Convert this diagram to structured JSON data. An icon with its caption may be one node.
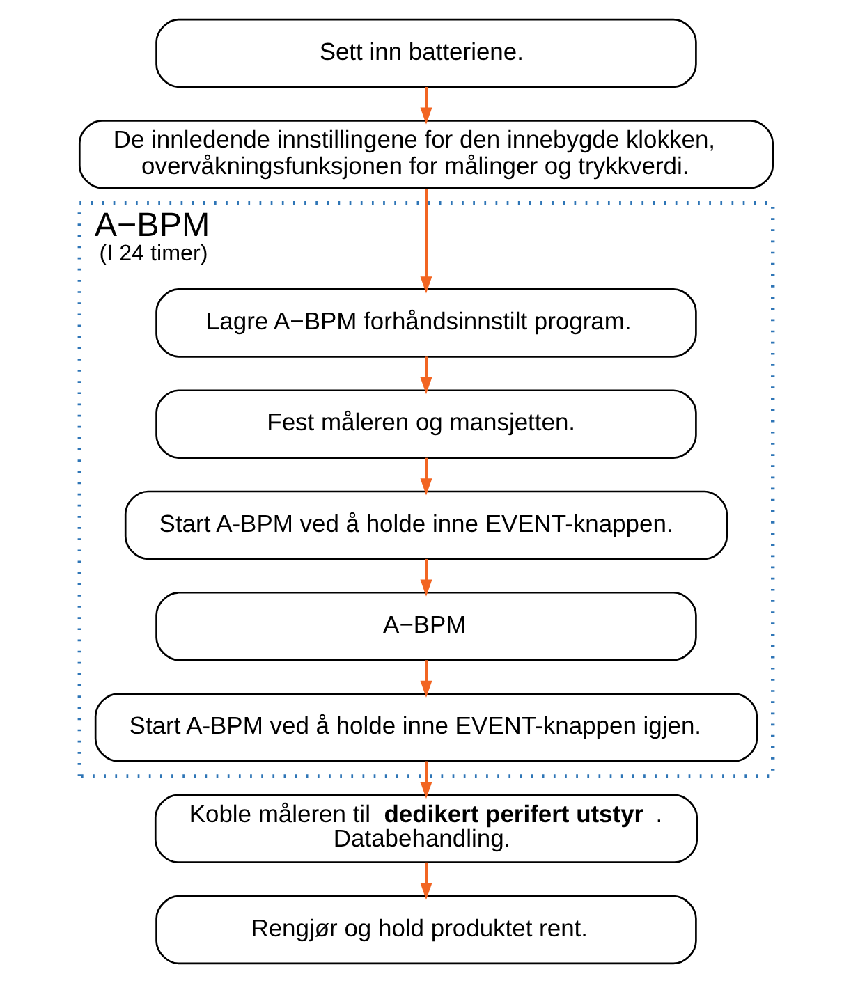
{
  "diagram": {
    "nodes": [
      {
        "text": [
          "Sett inn batteriene."
        ]
      },
      {
        "text": [
          "De innledende innstillingene for den innebygde klokken, overvåkningsfunksjonen for målinger og trykkverdi."
        ]
      },
      {
        "text": [
          "A−BPM",
          "(I 24 timer)"
        ]
      },
      {
        "text": [
          "Lagre A−BPM forhåndsinnstilt program."
        ],
        "in": 2
      },
      {
        "text": [
          "Fest måleren og mansjetten."
        ],
        "in": 2
      },
      {
        "text": [
          "Start A-BPM ved å holde inne EVENT-knappen."
        ],
        "in": 2
      },
      {
        "text": [
          "A−BPM"
        ],
        "in": 2
      },
      {
        "text": [
          "Start A-BPM ved å holde inne EVENT-knappen igjen."
        ],
        "in": 2
      },
      {
        "text": [
          "Koble måleren til **dedikert perifert utstyr**. Databehandling."
        ]
      },
      {
        "text": [
          "Rengjør og hold produktet rent."
        ]
      }
    ],
    "edges": [
      {
        "from": 0,
        "to": 1,
        "arrow": "to"
      },
      {
        "from": 1,
        "to": 3,
        "arrow": "to"
      },
      {
        "from": 3,
        "to": 4,
        "arrow": "to"
      },
      {
        "from": 4,
        "to": 5,
        "arrow": "to"
      },
      {
        "from": 5,
        "to": 6,
        "arrow": "to"
      },
      {
        "from": 6,
        "to": 7,
        "arrow": "to"
      },
      {
        "from": 7,
        "to": 8,
        "arrow": "to"
      },
      {
        "from": 8,
        "to": 9,
        "arrow": "to"
      }
    ]
  }
}
